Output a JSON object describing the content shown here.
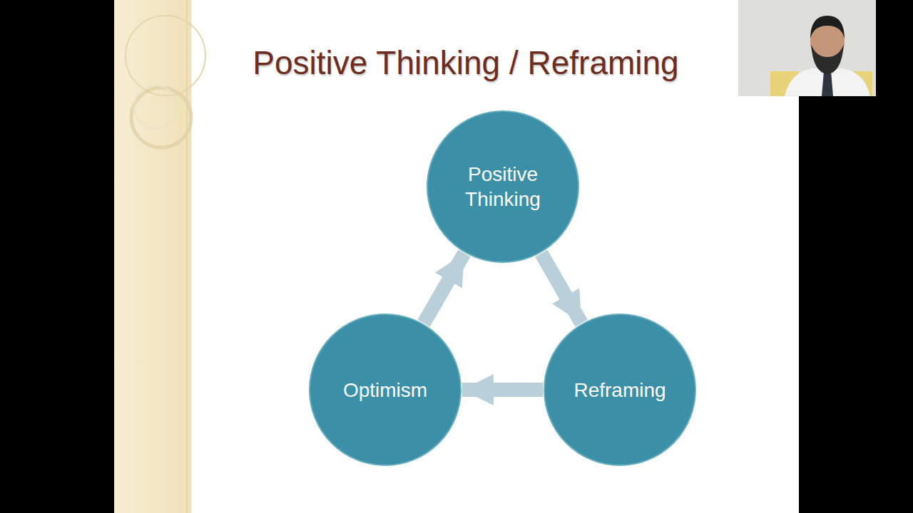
{
  "diagram": {
    "title": "Positive Thinking / Reframing",
    "nodes": [
      {
        "text": [
          "Positive Thinking"
        ]
      },
      {
        "text": [
          "Reframing"
        ]
      },
      {
        "text": [
          "Optimism"
        ]
      }
    ],
    "edges": [
      {
        "from": 0,
        "to": 1,
        "arrow": "to"
      },
      {
        "from": 1,
        "to": 2,
        "arrow": "to"
      },
      {
        "from": 2,
        "to": 0,
        "arrow": "to"
      }
    ]
  }
}
